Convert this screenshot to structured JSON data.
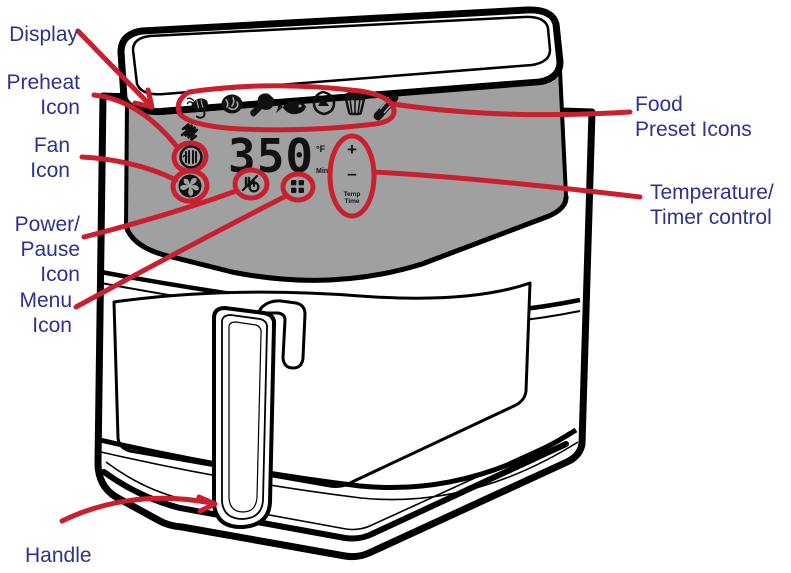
{
  "diagram": {
    "title": "Air Fryer Control Panel Callout Diagram",
    "subject": "air-fryer",
    "colors": {
      "label_blue": "#2E3192",
      "callout_red": "#C8202E",
      "panel_gray": "#A0A0A0",
      "outline_black": "#000000",
      "body_white": "#FFFFFF"
    }
  },
  "labels": {
    "display": "Display",
    "preheat_icon": "Preheat\nIcon",
    "fan_icon": "Fan\nIcon",
    "power_pause_icon": "Power/\nPause\nIcon",
    "menu_icon": "Menu\nIcon",
    "handle": "Handle",
    "food_preset_icons": "Food\nPreset Icons",
    "temperature_timer_control": "Temperature/\nTimer control"
  },
  "control_panel": {
    "display_value": "350",
    "unit_temp": "°F",
    "unit_time": "Min",
    "plus": "+",
    "minus": "−",
    "temp_time_label_line1": "Temp",
    "temp_time_label_line2": "Time",
    "food_presets": [
      {
        "name": "shrimp-preset-icon",
        "label": "Shrimp"
      },
      {
        "name": "steak-preset-icon",
        "label": "Steak"
      },
      {
        "name": "drumstick-preset-icon",
        "label": "Chicken"
      },
      {
        "name": "fish-preset-icon",
        "label": "Fish"
      },
      {
        "name": "pizza-preset-icon",
        "label": "Pizza"
      },
      {
        "name": "cupcake-preset-icon",
        "label": "Cake"
      },
      {
        "name": "fries-preset-icon",
        "label": "Fries"
      }
    ],
    "left_icons": [
      {
        "name": "dehydrate-icon",
        "label": "Dehydrate"
      },
      {
        "name": "preheat-icon",
        "label": "Preheat"
      },
      {
        "name": "fan-icon",
        "label": "Fan"
      }
    ],
    "buttons": [
      {
        "name": "power-pause-button",
        "label": "Power / Pause"
      },
      {
        "name": "menu-button",
        "label": "Menu"
      }
    ]
  }
}
